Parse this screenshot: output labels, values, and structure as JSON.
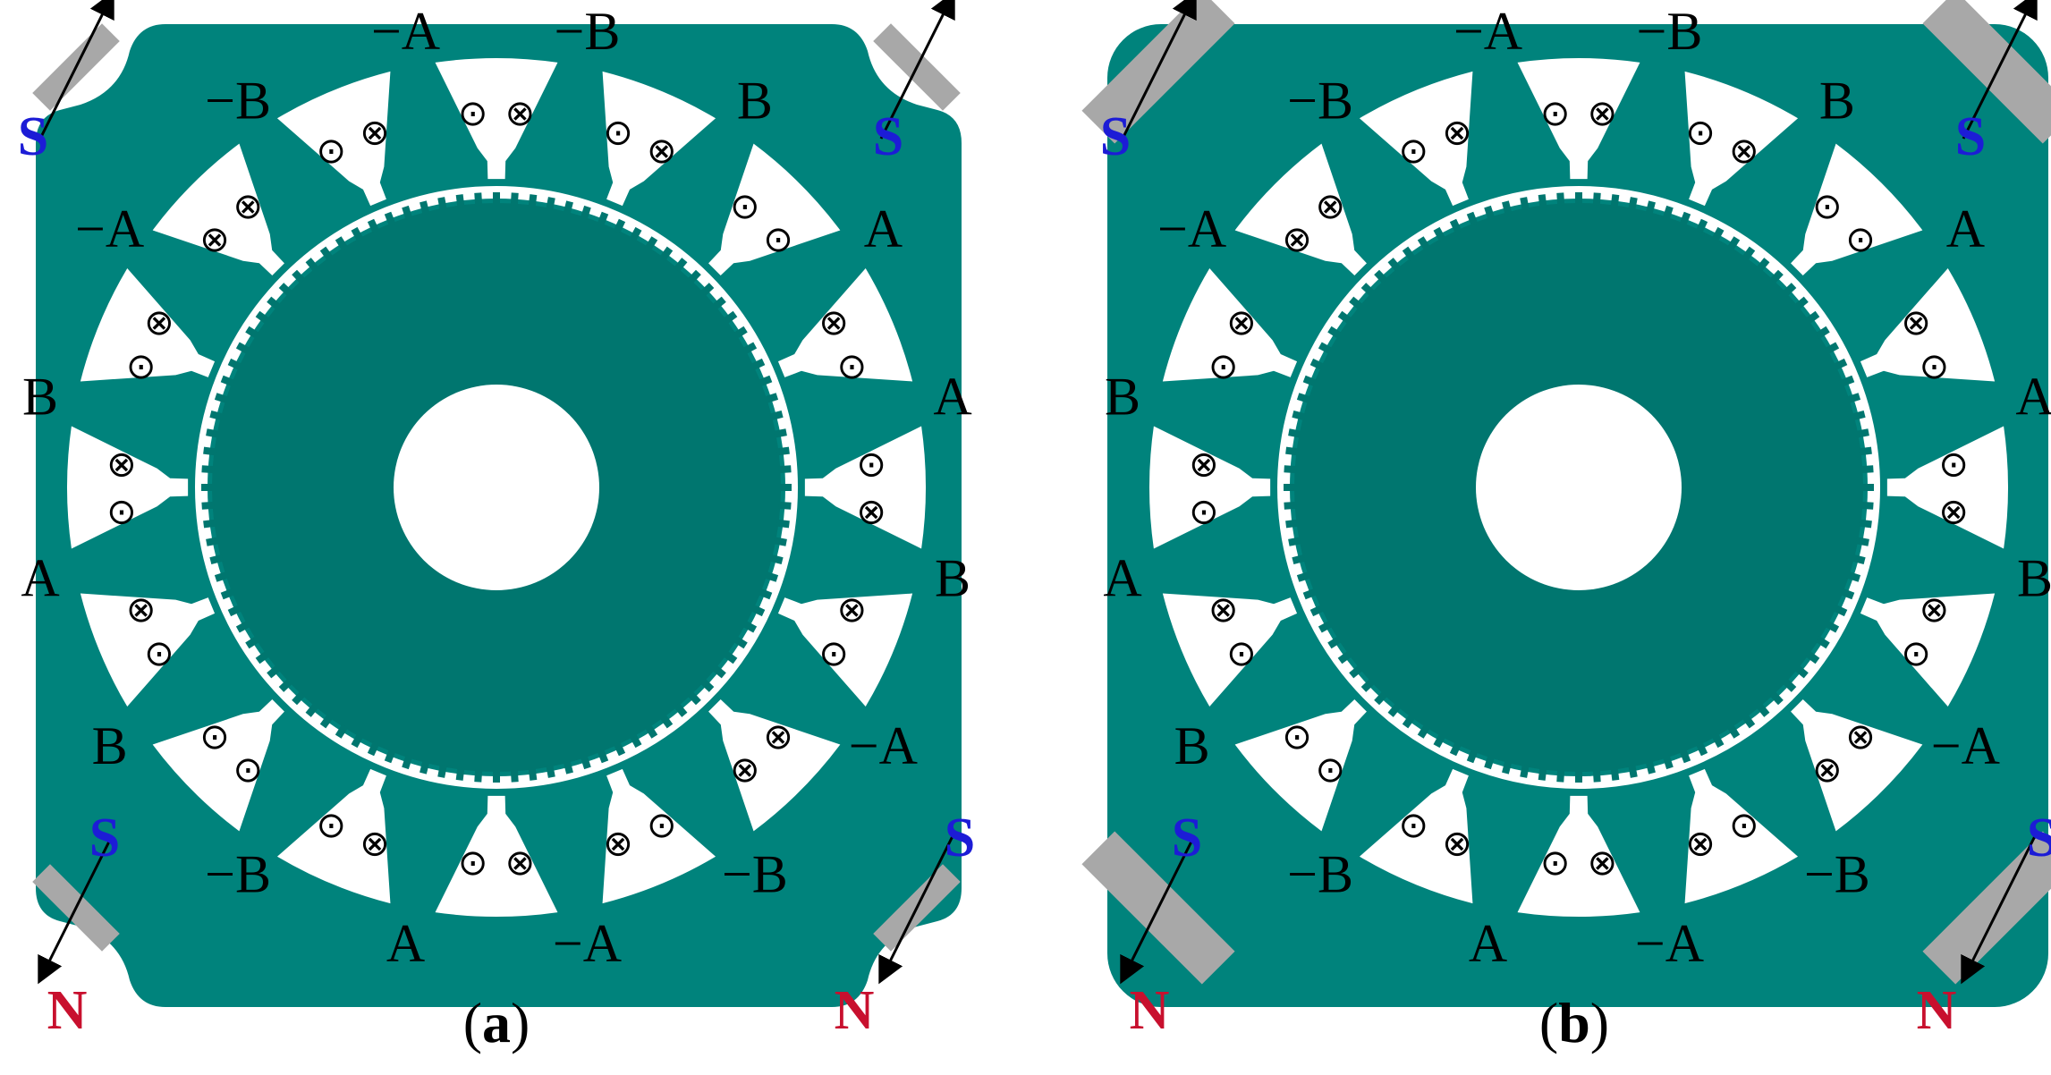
{
  "colors": {
    "iron": "#00837c",
    "rotor": "#00766f",
    "slot": "#ffffff",
    "magnet": "#a8a8a8",
    "pole_s": "#1c1cd6",
    "pole_n": "#c8102e",
    "text": "#000000"
  },
  "symbols": {
    "into_page": "⊗",
    "out_of_page": "⊙"
  },
  "figures": [
    {
      "id": "a",
      "caption": {
        "open": "(",
        "letter": "a",
        "close": ")"
      },
      "phase_labels": [
        "−B",
        "B",
        "A",
        "A",
        "B",
        "−A",
        "−B",
        "−A",
        "A",
        "−B",
        "B",
        "A",
        "B",
        "−A",
        "−B",
        "−A"
      ],
      "coils": [
        [
          "out",
          "in"
        ],
        [
          "out",
          "in"
        ],
        [
          "out",
          "out"
        ],
        [
          "in",
          "out"
        ],
        [
          "out",
          "in"
        ],
        [
          "in",
          "out"
        ],
        [
          "in",
          "in"
        ],
        [
          "out",
          "in"
        ],
        [
          "in",
          "out"
        ],
        [
          "in",
          "out"
        ],
        [
          "out",
          "out"
        ],
        [
          "out",
          "in"
        ],
        [
          "out",
          "in"
        ],
        [
          "out",
          "in"
        ],
        [
          "in",
          "in"
        ],
        [
          "out",
          "in"
        ]
      ],
      "magnets": [
        {
          "corner": "top-left",
          "s": "S",
          "n": "N"
        },
        {
          "corner": "top-right",
          "s": "S",
          "n": "N"
        },
        {
          "corner": "bottom-left",
          "s": "S",
          "n": "N"
        },
        {
          "corner": "bottom-right",
          "s": "S",
          "n": "N"
        }
      ]
    },
    {
      "id": "b",
      "caption": {
        "open": "(",
        "letter": "b",
        "close": ")"
      },
      "phase_labels": [
        "−B",
        "B",
        "A",
        "A",
        "B",
        "−A",
        "−B",
        "−A",
        "A",
        "−B",
        "B",
        "A",
        "B",
        "−A",
        "−B",
        "−A"
      ],
      "coils": [
        [
          "out",
          "in"
        ],
        [
          "out",
          "in"
        ],
        [
          "out",
          "out"
        ],
        [
          "in",
          "out"
        ],
        [
          "out",
          "in"
        ],
        [
          "in",
          "out"
        ],
        [
          "in",
          "in"
        ],
        [
          "out",
          "in"
        ],
        [
          "in",
          "out"
        ],
        [
          "in",
          "out"
        ],
        [
          "out",
          "out"
        ],
        [
          "out",
          "in"
        ],
        [
          "out",
          "in"
        ],
        [
          "out",
          "in"
        ],
        [
          "in",
          "in"
        ],
        [
          "out",
          "in"
        ]
      ],
      "magnets": [
        {
          "corner": "top-left",
          "s": "S",
          "n": "N"
        },
        {
          "corner": "top-right",
          "s": "S",
          "n": "N"
        },
        {
          "corner": "bottom-left",
          "s": "S",
          "n": "N"
        },
        {
          "corner": "bottom-right",
          "s": "S",
          "n": "N"
        }
      ]
    }
  ]
}
